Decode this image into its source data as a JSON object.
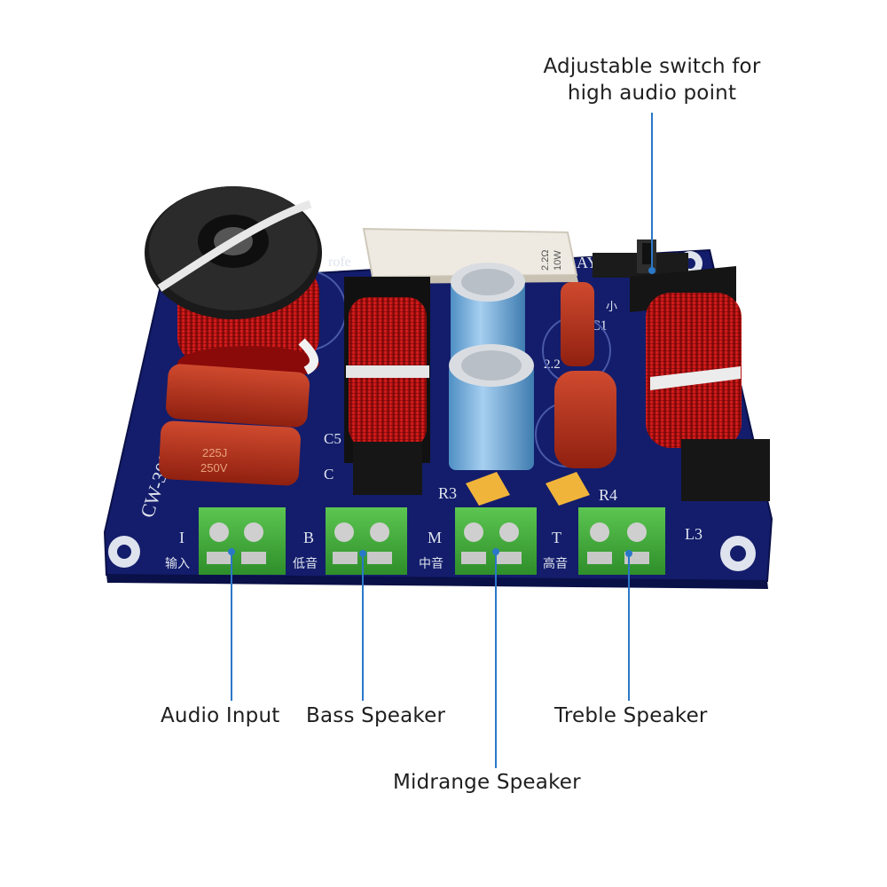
{
  "labels": {
    "switch_line1": "Adjustable switch for",
    "switch_line2": "high audio point",
    "audio_input": "Audio Input",
    "bass_speaker": "Bass Speaker",
    "midrange_speaker": "Midrange Speaker",
    "treble_speaker": "Treble Speaker"
  },
  "board": {
    "model": "CW-3003",
    "brand_fragment": "rofe",
    "brand_fragment_right": "AY",
    "cap_marking_1": "225J",
    "cap_marking_2": "250V",
    "resistor_marking_1": "10W",
    "resistor_marking_2": "2.2Ω",
    "silk_L3": "L3",
    "silk_C5": "C5",
    "silk_C": "C",
    "silk_R3": "R3",
    "silk_R4": "R4",
    "silk_C1": "C1",
    "silk_22": "2.2",
    "silk_small": "小",
    "terminal_input_letter": "I",
    "terminal_input_cn": "输入",
    "terminal_bass_letter": "B",
    "terminal_bass_cn": "低音",
    "terminal_mid_letter": "M",
    "terminal_mid_cn": "中音",
    "terminal_treble_letter": "T",
    "terminal_treble_cn": "高音"
  },
  "colors": {
    "pcb": "#131d6b",
    "copper_coil": "#c81414",
    "capacitor_red": "#b8321e",
    "electrolytic_blue": "#7db4df",
    "terminal_green": "#3fae3a",
    "callout_line": "#2a78c8",
    "text": "#1f1f1f"
  }
}
